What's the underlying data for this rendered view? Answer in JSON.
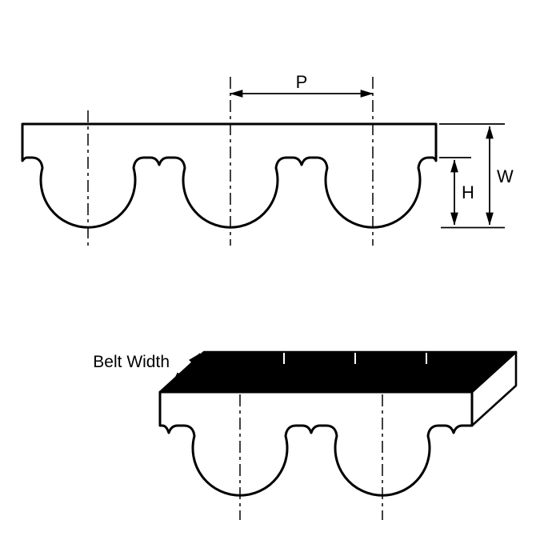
{
  "diagram": {
    "labels": {
      "pitch": "P",
      "width": "W",
      "height": "H",
      "belt_width": "Belt Width"
    },
    "colors": {
      "line": "#000000",
      "belt_fill": "#ffffff",
      "top_face": "#000000",
      "background": "#ffffff"
    }
  }
}
